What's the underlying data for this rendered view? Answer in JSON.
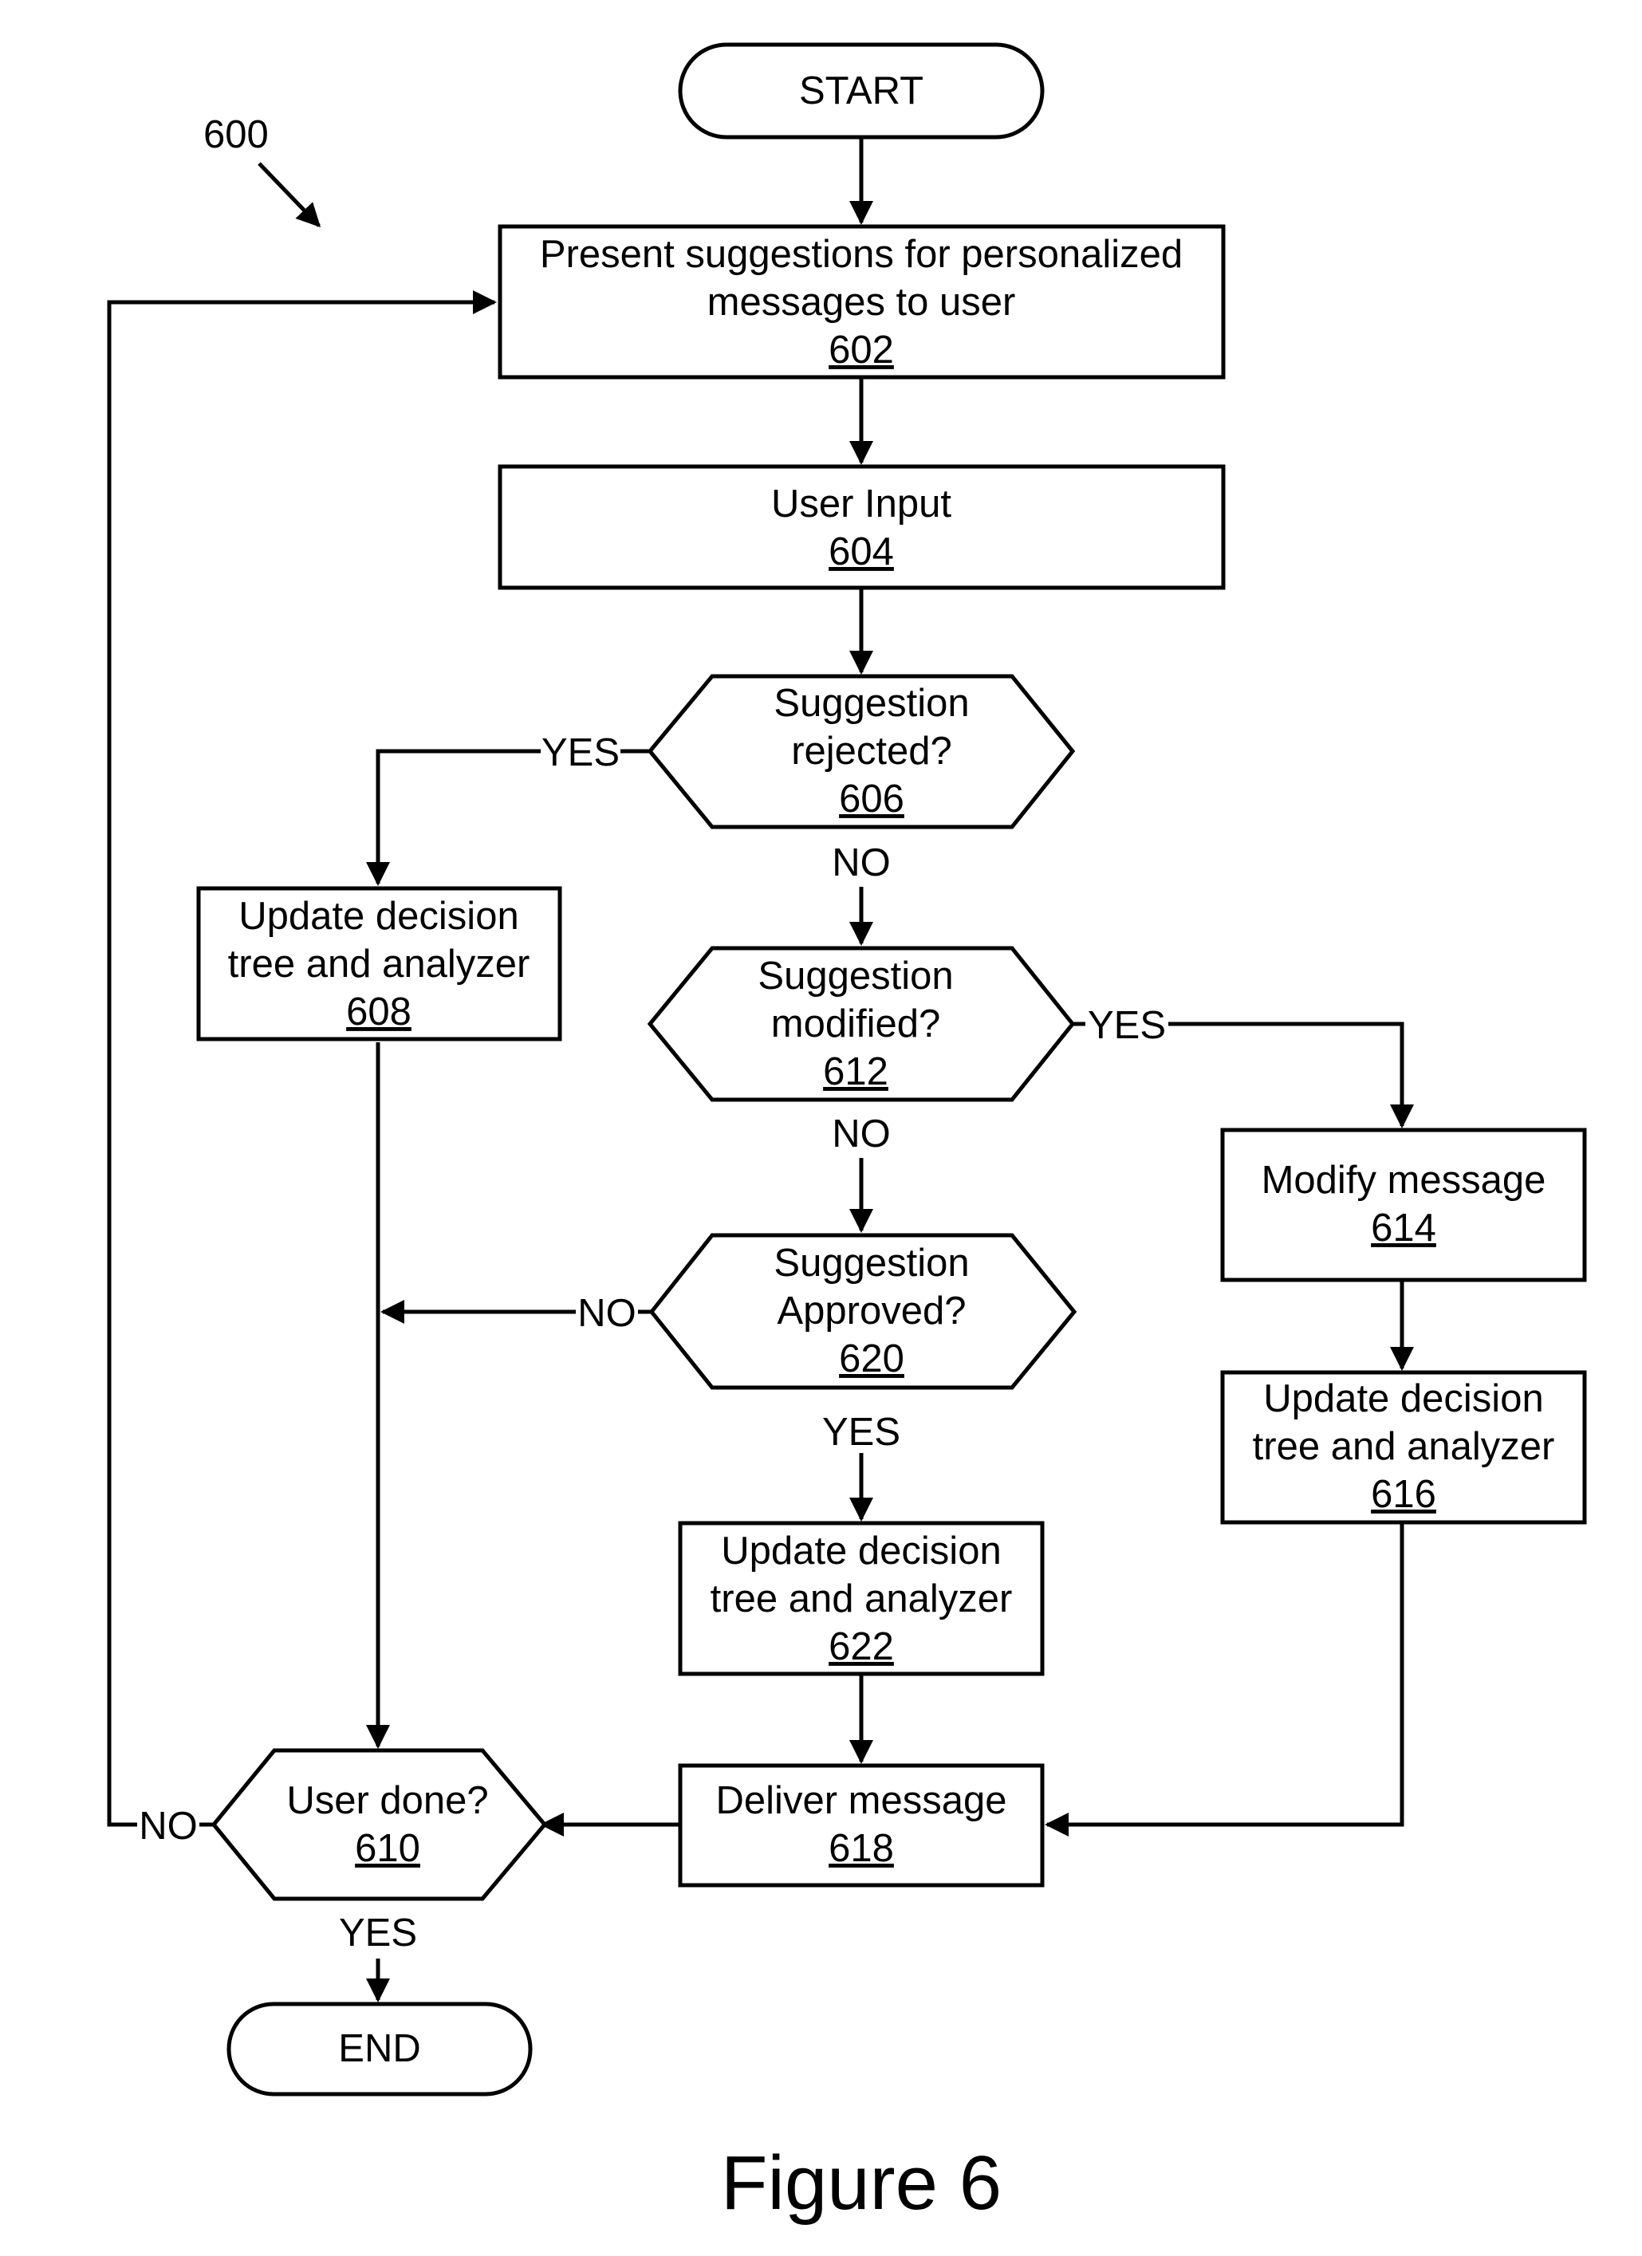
{
  "diagram": {
    "reference_label": "600",
    "caption": "Figure 6",
    "nodes": {
      "start": {
        "lines": [
          "START"
        ],
        "ref": ""
      },
      "n602": {
        "lines": [
          "Present suggestions for personalized",
          "messages to user"
        ],
        "ref": "602"
      },
      "n604": {
        "lines": [
          "User Input"
        ],
        "ref": "604"
      },
      "n606": {
        "lines": [
          "Suggestion",
          "rejected?"
        ],
        "ref": "606"
      },
      "n608": {
        "lines": [
          "Update decision",
          "tree and analyzer"
        ],
        "ref": "608"
      },
      "n612": {
        "lines": [
          "Suggestion",
          "modified?"
        ],
        "ref": "612"
      },
      "n614": {
        "lines": [
          "Modify message"
        ],
        "ref": "614"
      },
      "n616": {
        "lines": [
          "Update decision",
          "tree and analyzer"
        ],
        "ref": "616"
      },
      "n620": {
        "lines": [
          "Suggestion",
          "Approved?"
        ],
        "ref": "620"
      },
      "n622": {
        "lines": [
          "Update decision",
          "tree and analyzer"
        ],
        "ref": "622"
      },
      "n618": {
        "lines": [
          "Deliver message"
        ],
        "ref": "618"
      },
      "n610": {
        "lines": [
          "User done?"
        ],
        "ref": "610"
      },
      "end": {
        "lines": [
          "END"
        ],
        "ref": ""
      }
    },
    "edge_labels": {
      "e606_yes": "YES",
      "e606_no": "NO",
      "e612_yes": "YES",
      "e612_no": "NO",
      "e620_no": "NO",
      "e620_yes": "YES",
      "e610_no": "NO",
      "e610_yes": "YES"
    }
  }
}
